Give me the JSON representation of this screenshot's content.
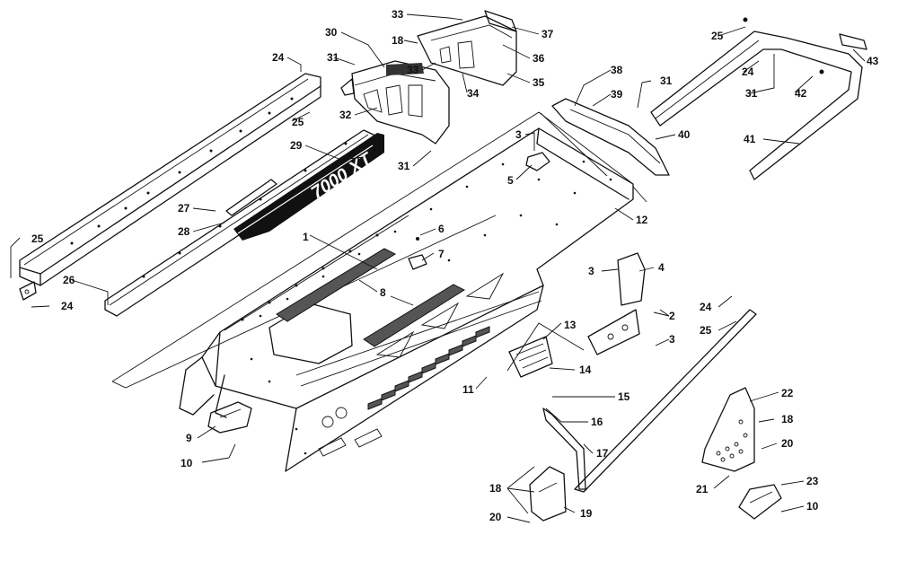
{
  "decal_text": "7000 XT",
  "callouts": [
    {
      "id": "c1",
      "label": "1"
    },
    {
      "id": "c2",
      "label": "2"
    },
    {
      "id": "c3a",
      "label": "3"
    },
    {
      "id": "c3b",
      "label": "3"
    },
    {
      "id": "c3c",
      "label": "3"
    },
    {
      "id": "c4",
      "label": "4"
    },
    {
      "id": "c5",
      "label": "5"
    },
    {
      "id": "c6",
      "label": "6"
    },
    {
      "id": "c7",
      "label": "7"
    },
    {
      "id": "c8",
      "label": "8"
    },
    {
      "id": "c9",
      "label": "9"
    },
    {
      "id": "c10a",
      "label": "10"
    },
    {
      "id": "c10b",
      "label": "10"
    },
    {
      "id": "c11",
      "label": "11"
    },
    {
      "id": "c12",
      "label": "12"
    },
    {
      "id": "c13",
      "label": "13"
    },
    {
      "id": "c14",
      "label": "14"
    },
    {
      "id": "c15",
      "label": "15"
    },
    {
      "id": "c16",
      "label": "16"
    },
    {
      "id": "c17",
      "label": "17"
    },
    {
      "id": "c18a",
      "label": "18"
    },
    {
      "id": "c18b",
      "label": "18"
    },
    {
      "id": "c18c",
      "label": "18"
    },
    {
      "id": "c19",
      "label": "19"
    },
    {
      "id": "c20a",
      "label": "20"
    },
    {
      "id": "c20b",
      "label": "20"
    },
    {
      "id": "c21",
      "label": "21"
    },
    {
      "id": "c22",
      "label": "22"
    },
    {
      "id": "c23",
      "label": "23"
    },
    {
      "id": "c24a",
      "label": "24"
    },
    {
      "id": "c24b",
      "label": "24"
    },
    {
      "id": "c24c",
      "label": "24"
    },
    {
      "id": "c24d",
      "label": "24"
    },
    {
      "id": "c25a",
      "label": "25"
    },
    {
      "id": "c25b",
      "label": "25"
    },
    {
      "id": "c25c",
      "label": "25"
    },
    {
      "id": "c25d",
      "label": "25"
    },
    {
      "id": "c26",
      "label": "26"
    },
    {
      "id": "c27",
      "label": "27"
    },
    {
      "id": "c28",
      "label": "28"
    },
    {
      "id": "c29",
      "label": "29"
    },
    {
      "id": "c30",
      "label": "30"
    },
    {
      "id": "c31a",
      "label": "31"
    },
    {
      "id": "c31b",
      "label": "31"
    },
    {
      "id": "c31c",
      "label": "31"
    },
    {
      "id": "c31d",
      "label": "31"
    },
    {
      "id": "c32",
      "label": "32"
    },
    {
      "id": "c33a",
      "label": "33"
    },
    {
      "id": "c33b",
      "label": "33"
    },
    {
      "id": "c34",
      "label": "34"
    },
    {
      "id": "c35",
      "label": "35"
    },
    {
      "id": "c36",
      "label": "36"
    },
    {
      "id": "c37",
      "label": "37"
    },
    {
      "id": "c38",
      "label": "38"
    },
    {
      "id": "c39",
      "label": "39"
    },
    {
      "id": "c40",
      "label": "40"
    },
    {
      "id": "c41",
      "label": "41"
    },
    {
      "id": "c42",
      "label": "42"
    },
    {
      "id": "c43",
      "label": "43"
    }
  ]
}
